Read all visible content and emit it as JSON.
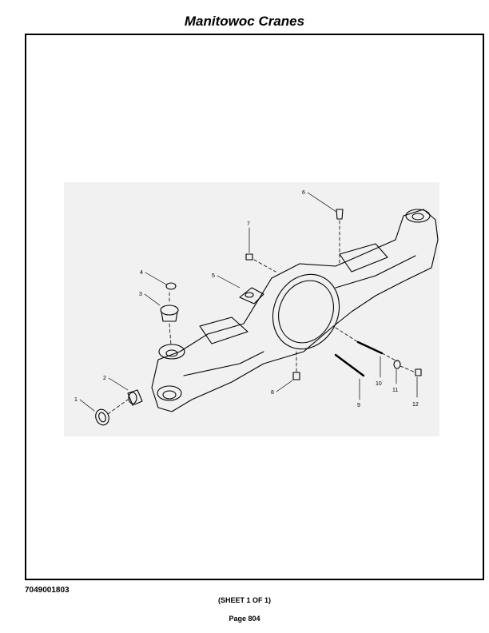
{
  "header": {
    "title": "Manitowoc Cranes"
  },
  "drawing": {
    "callouts": [
      "1",
      "2",
      "3",
      "4",
      "5",
      "6",
      "7",
      "8",
      "9",
      "10",
      "11",
      "12"
    ]
  },
  "footer": {
    "doc_number": "7049001803",
    "sheet": "(SHEET 1 OF 1)",
    "page": "Page 804"
  }
}
